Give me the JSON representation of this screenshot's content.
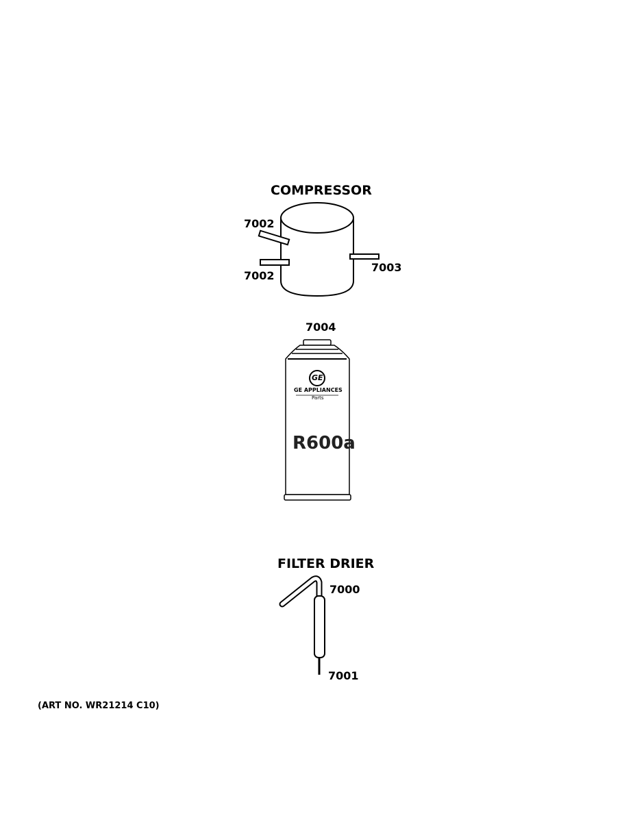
{
  "compressor": {
    "title": "COMPRESSOR",
    "parts": {
      "left_upper": "7002",
      "left_lower": "7002",
      "right": "7003"
    }
  },
  "refrigerant_can": {
    "part_number": "7004",
    "brand": "GE APPLIANCES",
    "sub_brand": "Parts",
    "logo_text": "GE",
    "refrigerant": "R600a"
  },
  "filter_drier": {
    "title": "FILTER DRIER",
    "parts": {
      "top": "7000",
      "bottom": "7001"
    }
  },
  "art_number": "(ART NO. WR21214 C10)"
}
